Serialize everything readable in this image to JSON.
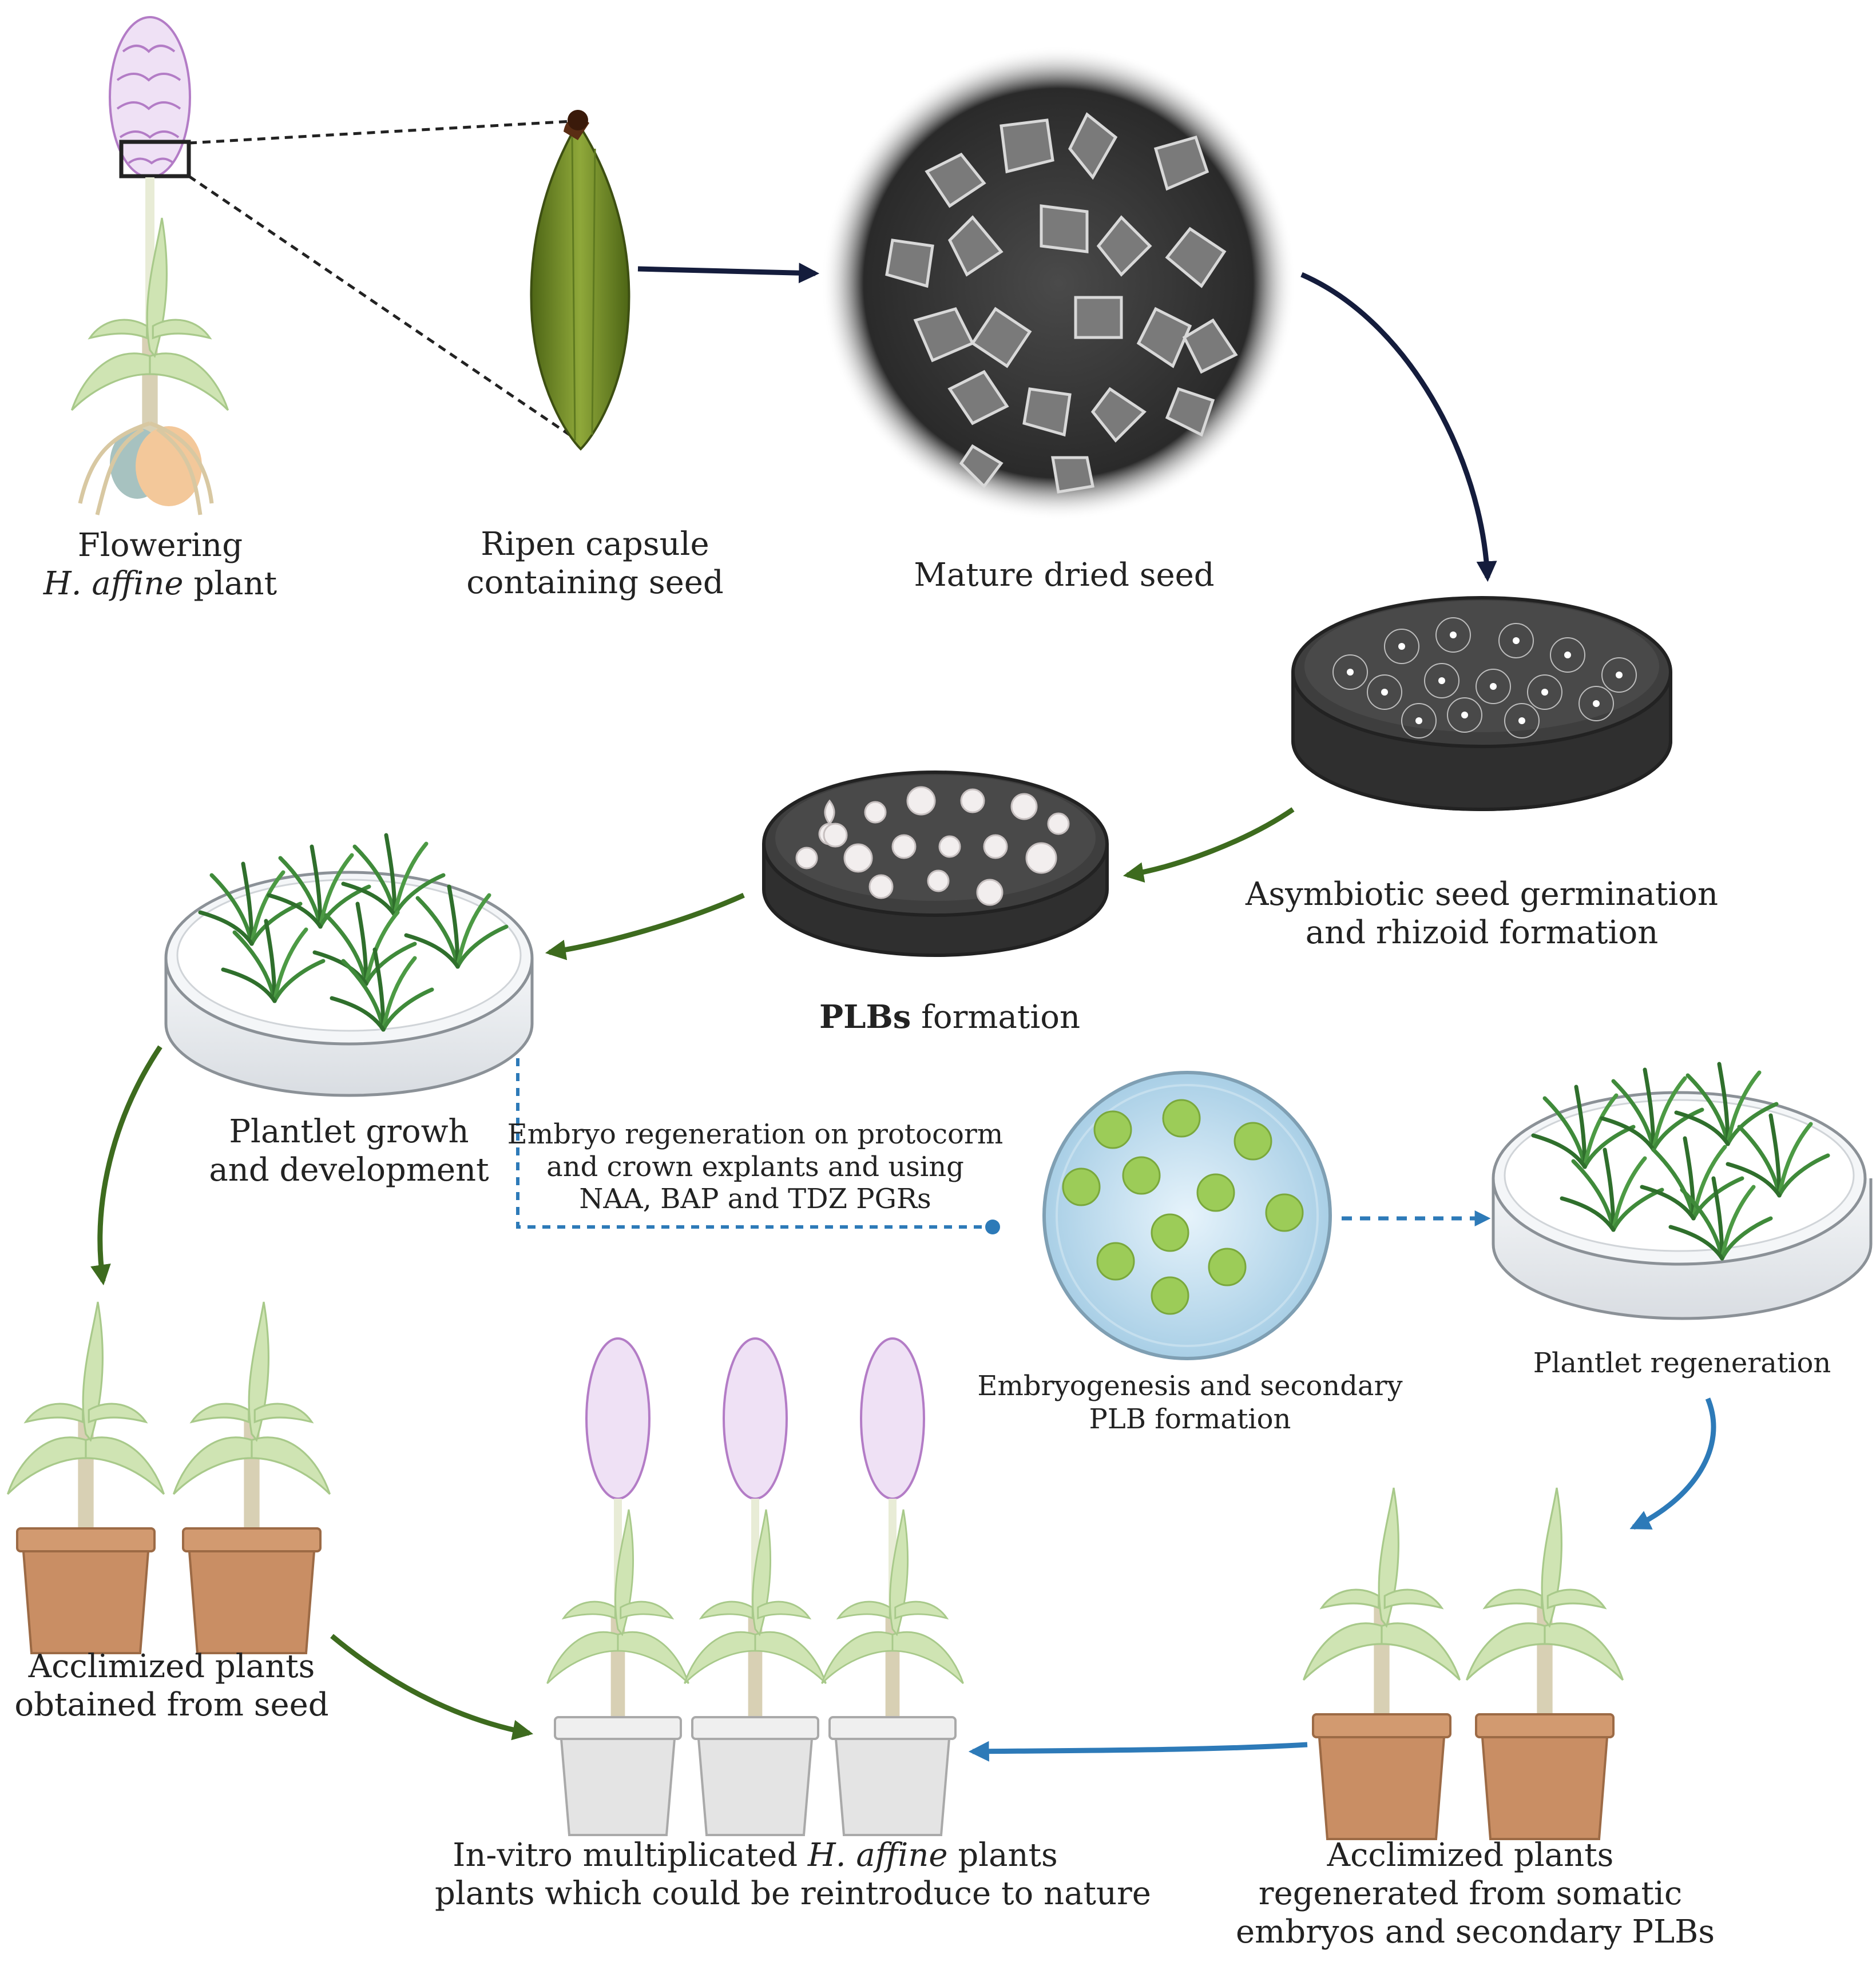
{
  "labels": {
    "flowering_line1": "Flowering",
    "flowering_italic": "H. affine",
    "flowering_plant": "plant",
    "capsule_line1": "Ripen capsule",
    "capsule_line2": "containing seed",
    "seed": "Mature dried seed",
    "asym_line1": "Asymbiotic seed germination",
    "asym_line2": "and rhizoid formation",
    "plb_bold": "PLBs",
    "plb_rest": "formation",
    "plantlet_line1": "Plantlet growh",
    "plantlet_line2": "and development",
    "embryo_line1": "Embryo regeneration on protocorm",
    "embryo_line2": "and crown explants and using",
    "embryo_line3": "NAA, BAP and TDZ PGRs",
    "embryogenesis_line1": "Embryogenesis and secondary",
    "embryogenesis_line2": "PLB formation",
    "regen": "Plantlet regeneration",
    "accl_seed_line1": "Acclimized plants",
    "accl_seed_line2": "obtained from seed",
    "invitro_pre": "In-vitro multiplicated",
    "invitro_italic": "H. affine",
    "invitro_post": "plants",
    "invitro_line2": "plants which could be reintroduce to nature",
    "accl_somatic_line1": "Acclimized plants",
    "accl_somatic_line2": "regenerated from somatic",
    "accl_somatic_line3": "embryos and secondary PLBs"
  },
  "colors": {
    "arrow_navy": "#141c3c",
    "arrow_green": "#3d6b1e",
    "arrow_blue": "#2d7ab8",
    "dashed_blue": "#2d7ab8",
    "orchid_purple": "#b37cc6",
    "leaf_green": "#cfe4b3",
    "pot_terracotta": "#c98e64",
    "pot_grey": "#e2e2e2",
    "capsule_green": "#6f8f2a",
    "dish_dark": "#3c3c3c"
  }
}
